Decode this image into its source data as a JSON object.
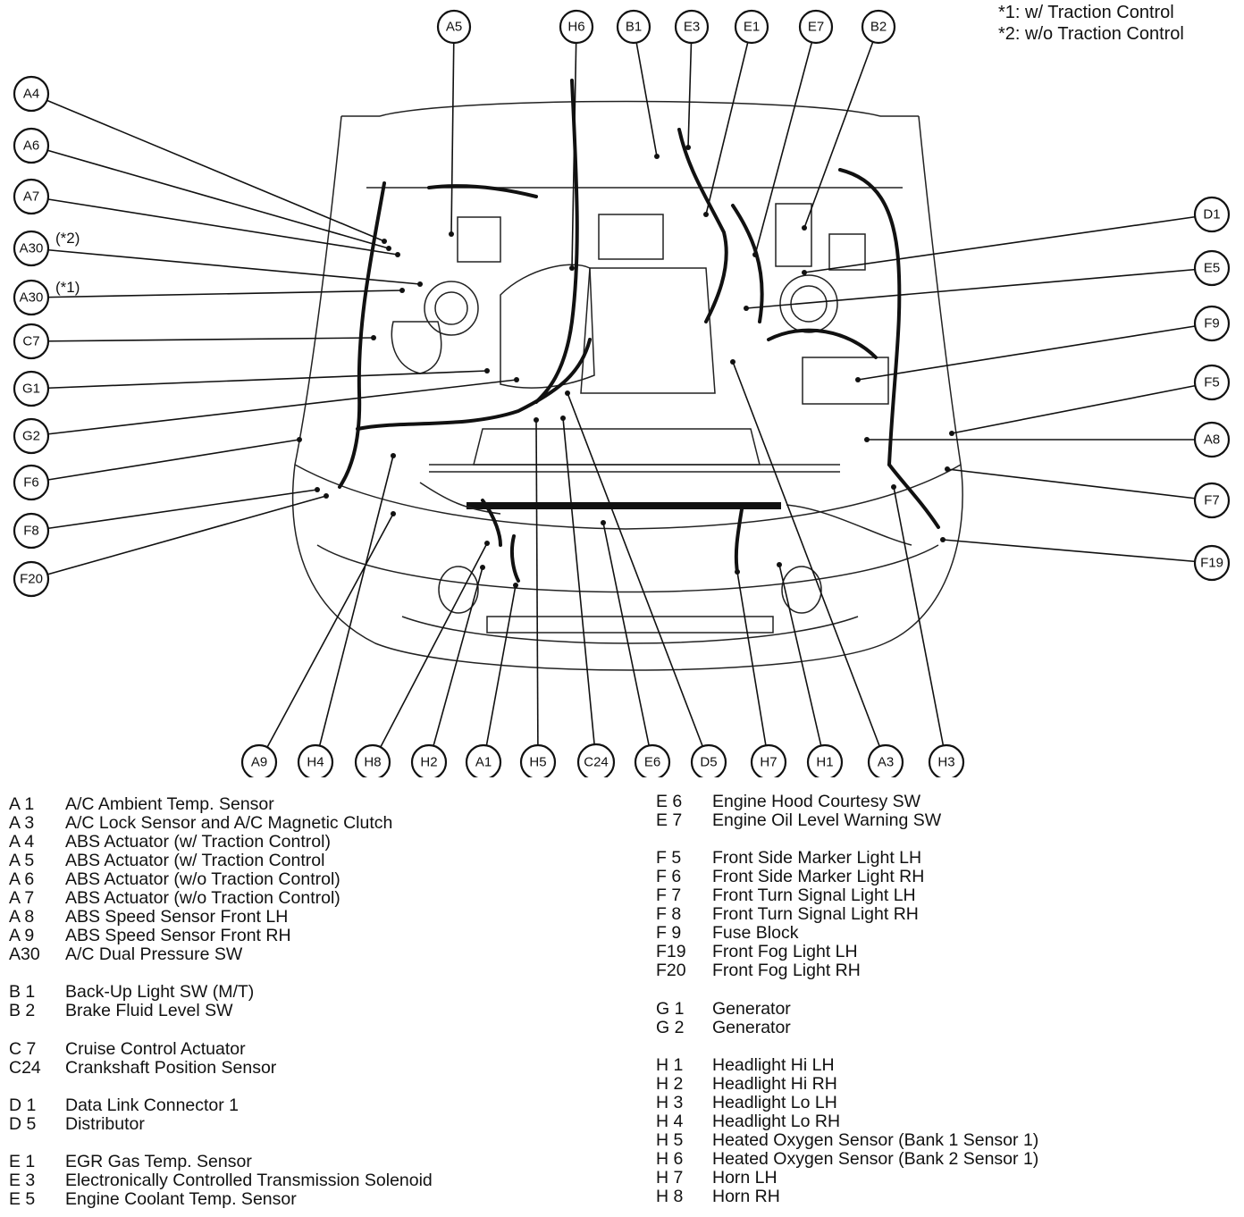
{
  "notes": [
    "*1: w/ Traction Control",
    "*2: w/o Traction Control"
  ],
  "callouts": [
    {
      "label": "A5"
    },
    {
      "label": "H6"
    },
    {
      "label": "B1"
    },
    {
      "label": "E3"
    },
    {
      "label": "E1"
    },
    {
      "label": "E7"
    },
    {
      "label": "B2"
    },
    {
      "label": "A4"
    },
    {
      "label": "A6"
    },
    {
      "label": "A7"
    },
    {
      "label": "A30",
      "note": "(*2)"
    },
    {
      "label": "A30",
      "note": "(*1)"
    },
    {
      "label": "C7"
    },
    {
      "label": "G1"
    },
    {
      "label": "G2"
    },
    {
      "label": "F6"
    },
    {
      "label": "F8"
    },
    {
      "label": "F20"
    },
    {
      "label": "D1"
    },
    {
      "label": "E5"
    },
    {
      "label": "F9"
    },
    {
      "label": "F5"
    },
    {
      "label": "A8"
    },
    {
      "label": "F7"
    },
    {
      "label": "F19"
    },
    {
      "label": "A9"
    },
    {
      "label": "H4"
    },
    {
      "label": "H8"
    },
    {
      "label": "H2"
    },
    {
      "label": "A1"
    },
    {
      "label": "H5"
    },
    {
      "label": "C24"
    },
    {
      "label": "E6"
    },
    {
      "label": "D5"
    },
    {
      "label": "H7"
    },
    {
      "label": "H1"
    },
    {
      "label": "A3"
    },
    {
      "label": "H3"
    }
  ],
  "legend_left": [
    {
      "code": "A  1",
      "desc": "A/C Ambient Temp. Sensor"
    },
    {
      "code": "A  3",
      "desc": "A/C Lock Sensor and A/C Magnetic Clutch"
    },
    {
      "code": "A  4",
      "desc": "ABS Actuator (w/ Traction Control)"
    },
    {
      "code": "A  5",
      "desc": "ABS Actuator (w/ Traction Control"
    },
    {
      "code": "A  6",
      "desc": "ABS Actuator (w/o Traction Control)"
    },
    {
      "code": "A  7",
      "desc": "ABS Actuator (w/o Traction Control)"
    },
    {
      "code": "A  8",
      "desc": "ABS Speed Sensor Front LH"
    },
    {
      "code": "A  9",
      "desc": "ABS Speed Sensor Front RH"
    },
    {
      "code": "A30",
      "desc": "A/C Dual Pressure SW"
    },
    {
      "code": "B  1",
      "desc": "Back-Up Light SW (M/T)"
    },
    {
      "code": "B  2",
      "desc": "Brake Fluid Level SW"
    },
    {
      "code": "C  7",
      "desc": "Cruise Control Actuator"
    },
    {
      "code": "C24",
      "desc": "Crankshaft Position Sensor"
    },
    {
      "code": "D  1",
      "desc": "Data Link Connector 1"
    },
    {
      "code": "D  5",
      "desc": "Distributor"
    },
    {
      "code": "E  1",
      "desc": "EGR Gas Temp. Sensor"
    },
    {
      "code": "E  3",
      "desc": "Electronically Controlled Transmission Solenoid"
    },
    {
      "code": "E  5",
      "desc": "Engine Coolant Temp. Sensor"
    }
  ],
  "legend_right": [
    {
      "code": "E  6",
      "desc": "Engine Hood Courtesy SW"
    },
    {
      "code": "E  7",
      "desc": "Engine Oil Level Warning SW"
    },
    {
      "code": "F  5",
      "desc": "Front Side Marker Light LH"
    },
    {
      "code": "F  6",
      "desc": "Front Side Marker Light RH"
    },
    {
      "code": "F  7",
      "desc": "Front Turn Signal Light LH"
    },
    {
      "code": "F  8",
      "desc": "Front Turn Signal Light RH"
    },
    {
      "code": "F  9",
      "desc": "Fuse Block"
    },
    {
      "code": "F19",
      "desc": "Front Fog Light LH"
    },
    {
      "code": "F20",
      "desc": "Front Fog Light RH"
    },
    {
      "code": "G  1",
      "desc": "Generator"
    },
    {
      "code": "G  2",
      "desc": "Generator"
    },
    {
      "code": "H  1",
      "desc": "Headlight Hi LH"
    },
    {
      "code": "H  2",
      "desc": "Headlight Hi RH"
    },
    {
      "code": "H  3",
      "desc": "Headlight Lo LH"
    },
    {
      "code": "H  4",
      "desc": "Headlight Lo RH"
    },
    {
      "code": "H  5",
      "desc": "Heated Oxygen Sensor (Bank 1 Sensor 1)"
    },
    {
      "code": "H  6",
      "desc": "Heated Oxygen Sensor (Bank 2 Sensor 1)"
    },
    {
      "code": "H  7",
      "desc": "Horn LH"
    },
    {
      "code": "H  8",
      "desc": "Horn RH"
    }
  ]
}
